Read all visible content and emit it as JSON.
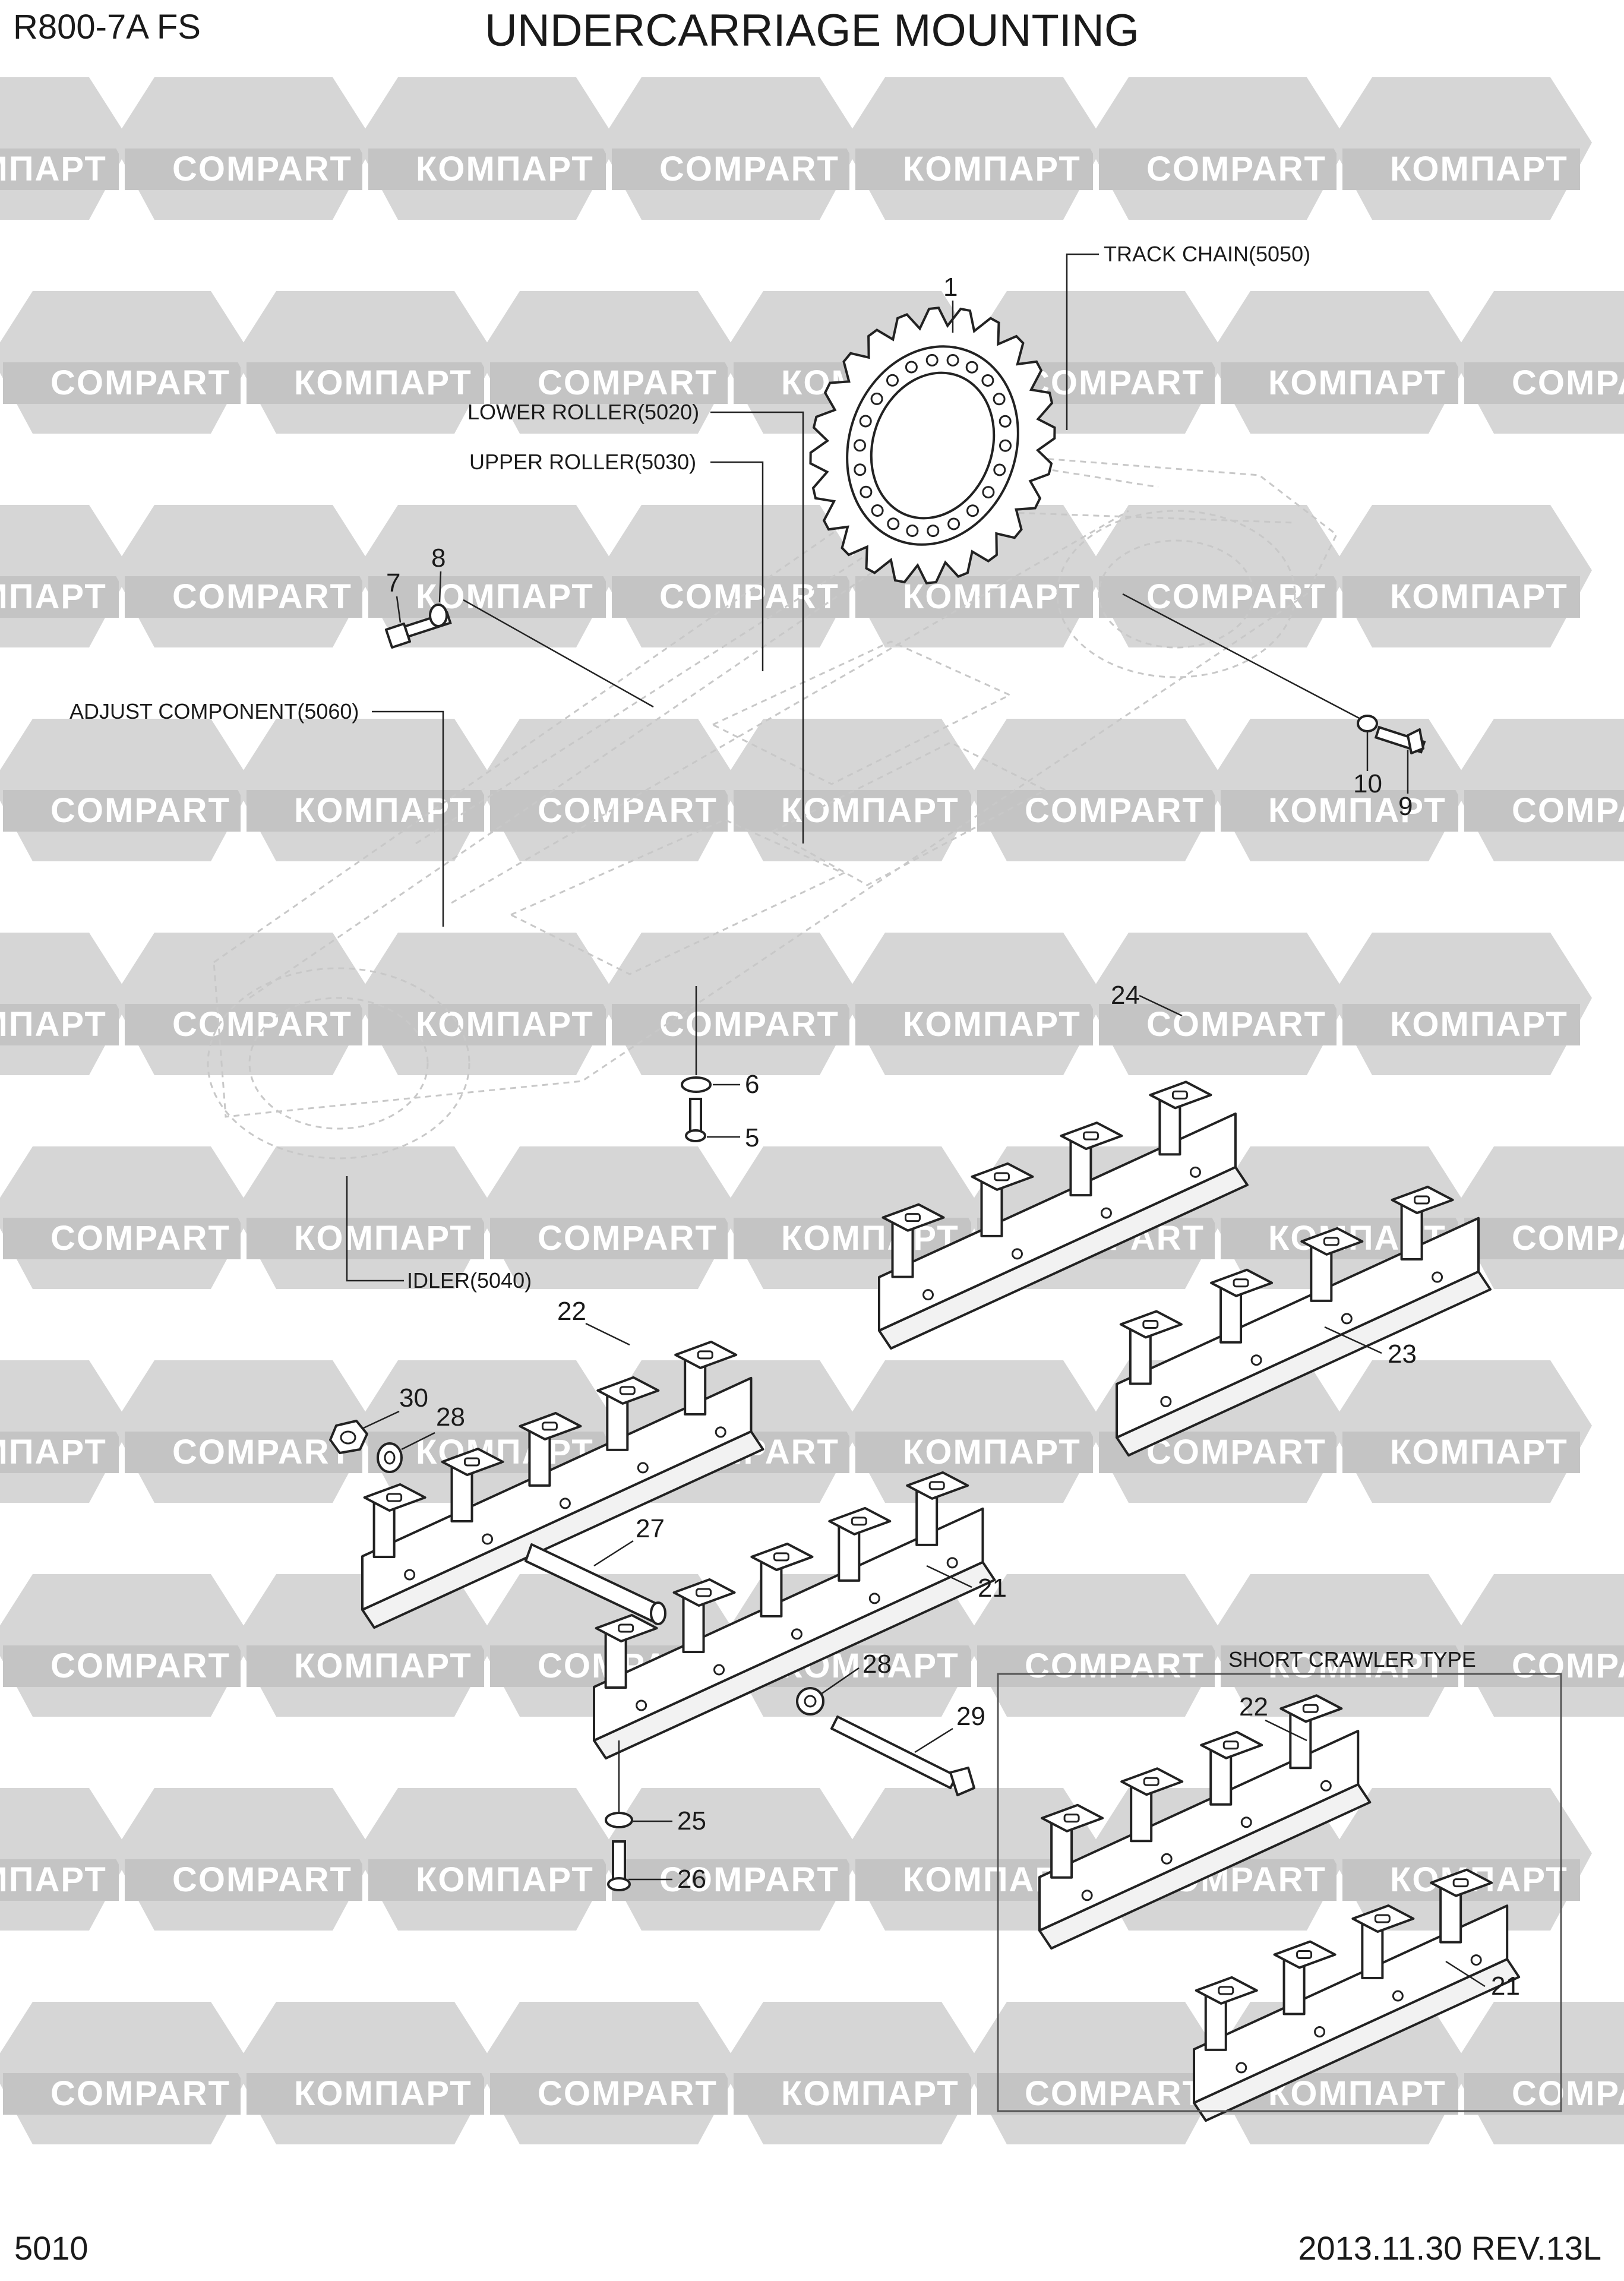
{
  "header": {
    "model": "R800-7A  FS",
    "title": "UNDERCARRIAGE MOUNTING"
  },
  "footer": {
    "page_number": "5010",
    "date_rev": "2013.11.30  REV.13L"
  },
  "watermark": {
    "text_cyr": "КОМПАРТ",
    "text_lat": "COMPART",
    "color": "#d6d6d6"
  },
  "references": {
    "track_chain": "TRACK CHAIN(5050)",
    "lower_roller": "LOWER ROLLER(5020)",
    "upper_roller": "UPPER ROLLER(5030)",
    "adjust_component": "ADJUST COMPONENT(5060)",
    "idler": "IDLER(5040)",
    "short_crawler": "SHORT CRAWLER TYPE"
  },
  "callouts": {
    "c1": "1",
    "c5": "5",
    "c6": "6",
    "c7": "7",
    "c8": "8",
    "c9": "9",
    "c10": "10",
    "c21": "21",
    "c21b": "21",
    "c22": "22",
    "c22b": "22",
    "c23": "23",
    "c24": "24",
    "c25": "25",
    "c26": "26",
    "c27": "27",
    "c28": "28",
    "c28b": "28",
    "c29": "29",
    "c30": "30"
  }
}
